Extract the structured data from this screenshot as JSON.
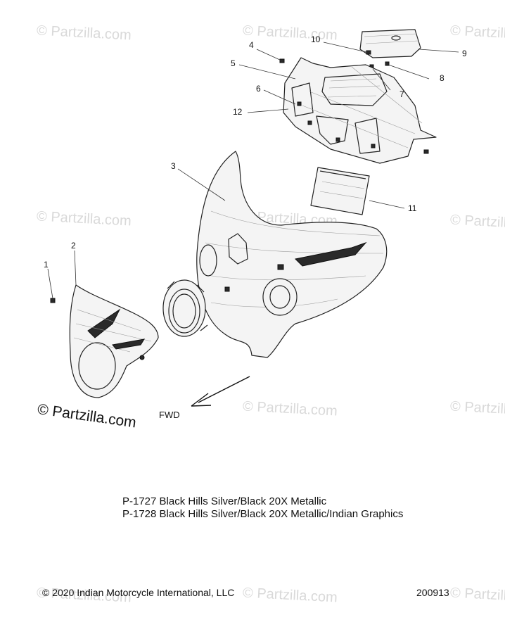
{
  "watermark": "© Partzilla.com",
  "callouts": [
    {
      "num": "1"
    },
    {
      "num": "2"
    },
    {
      "num": "3"
    },
    {
      "num": "4"
    },
    {
      "num": "5"
    },
    {
      "num": "6"
    },
    {
      "num": "7"
    },
    {
      "num": "8"
    },
    {
      "num": "9"
    },
    {
      "num": "10"
    },
    {
      "num": "11"
    },
    {
      "num": "12"
    }
  ],
  "direction": {
    "label": "FWD"
  },
  "logo_text": "© Partzilla.com",
  "variants": [
    "P-1727 Black Hills Silver/Black 20X Metallic",
    "P-1728 Black Hills Silver/Black 20X Metallic/Indian Graphics"
  ],
  "copyright": "© 2020 Indian Motorcycle International, LLC",
  "doc_number": "200913"
}
